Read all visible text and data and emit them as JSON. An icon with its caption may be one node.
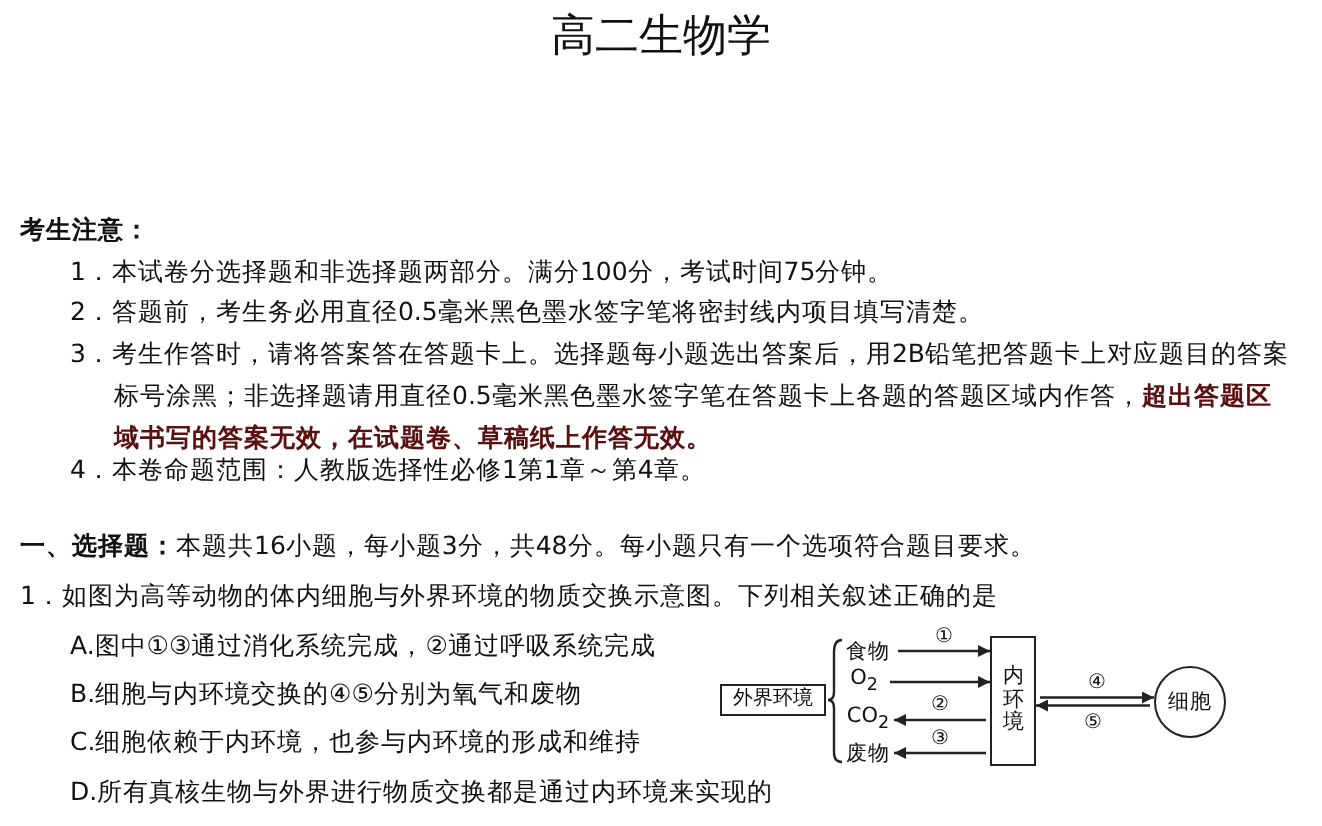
{
  "diagram": {
    "title": "高二生物学",
    "nodes": [
      {
        "text": [
          "外界环境"
        ]
      },
      {
        "text": [
          "食物"
        ]
      },
      {
        "text": [
          "O$_{2}$"
        ]
      },
      {
        "text": [
          "CO$_{2}$"
        ]
      },
      {
        "text": [
          "废物"
        ]
      },
      {
        "text": [
          "内环境"
        ]
      },
      {
        "text": [
          "细胞"
        ]
      }
    ],
    "edges": [
      {
        "from": 1,
        "to": 5,
        "arrow": "to",
        "label": "①"
      },
      {
        "from": 2,
        "to": 5,
        "arrow": "to"
      },
      {
        "from": 5,
        "to": 3,
        "arrow": "to",
        "label": "②"
      },
      {
        "from": 5,
        "to": 4,
        "arrow": "to",
        "label": "③"
      },
      {
        "from": 5,
        "to": 6,
        "arrow": "to",
        "label": "④"
      },
      {
        "from": 6,
        "to": 5,
        "arrow": "to",
        "label": "⑤"
      }
    ],
    "labels": [
      "考生注意：",
      "1．本试卷分选择题和非选择题两部分。满分100分，考试时间75分钟。",
      "2．答题前，考生务必用直径0.5毫米黑色墨水签字笔将密封线内项目填写清楚。",
      "3．考生作答时，请将答案答在答题卡上。选择题每小题选出答案后，用2B铅笔把答题卡上对应题目的答案标号涂黑；非选择题请用直径0.5毫米黑色墨水签字笔在答题卡上各题的答题区域内作答，**超出答题区域书写的答案无效，在试题卷、草稿纸上作答无效。**",
      "4．本卷命题范围：人教版选择性必修1第1章～第4章。",
      "**一、选择题：**本题共16小题，每小题3分，共48分。每小题只有一个选项符合题目要求。",
      "1．如图为高等动物的体内细胞与外界环境的物质交换示意图。下列相关叙述正确的是",
      "A.图中①③通过消化系统完成，②通过呼吸系统完成",
      "B.细胞与内环境交换的④⑤分别为氧气和废物",
      "C.细胞依赖于内环境，也参与内环境的形成和维持",
      "D.所有真核生物与外界进行物质交换都是通过内环境来实现的"
    ]
  }
}
